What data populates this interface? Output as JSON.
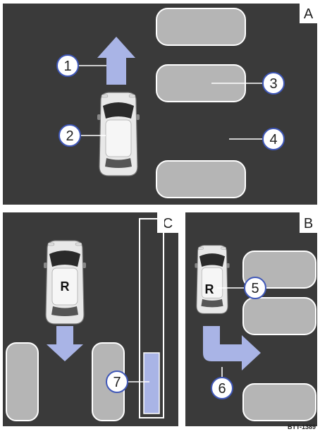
{
  "figure": {
    "reference_code": "BTT-1389",
    "colors": {
      "background": "#3a3a3a",
      "border": "#ffffff",
      "parked_car": "#b5b5b5",
      "arrow": "#a9b4e6",
      "callout_fill": "#ffffff",
      "callout_stroke": "#3f57b8"
    }
  },
  "panels": [
    {
      "id": "A",
      "label": "A"
    },
    {
      "id": "B",
      "label": "B"
    },
    {
      "id": "C",
      "label": "C"
    }
  ],
  "callouts": [
    {
      "label": "1"
    },
    {
      "label": "2"
    },
    {
      "label": "3"
    },
    {
      "label": "4"
    },
    {
      "label": "5"
    },
    {
      "label": "6"
    },
    {
      "label": "7"
    }
  ],
  "reverse_marks": [
    {
      "label": "R"
    },
    {
      "label": "R"
    }
  ]
}
